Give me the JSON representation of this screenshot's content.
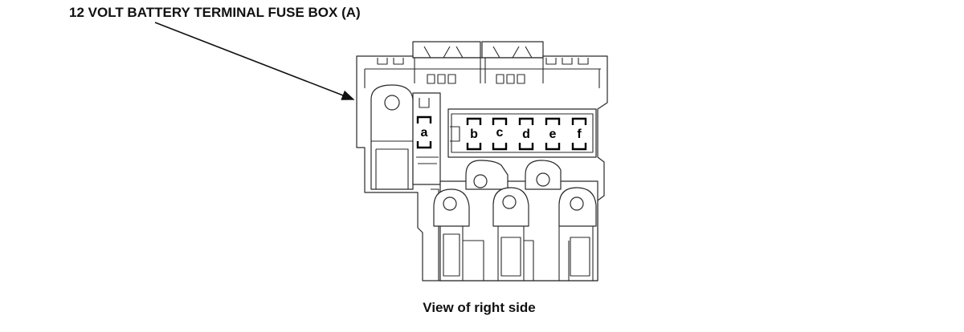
{
  "callout": {
    "title": "12 VOLT BATTERY TERMINAL FUSE BOX (A)"
  },
  "caption": "View of right side",
  "fuses": [
    {
      "id": "a",
      "label": "a"
    },
    {
      "id": "b",
      "label": "b"
    },
    {
      "id": "c",
      "label": "c"
    },
    {
      "id": "d",
      "label": "d"
    },
    {
      "id": "e",
      "label": "e"
    },
    {
      "id": "f",
      "label": "f"
    }
  ]
}
